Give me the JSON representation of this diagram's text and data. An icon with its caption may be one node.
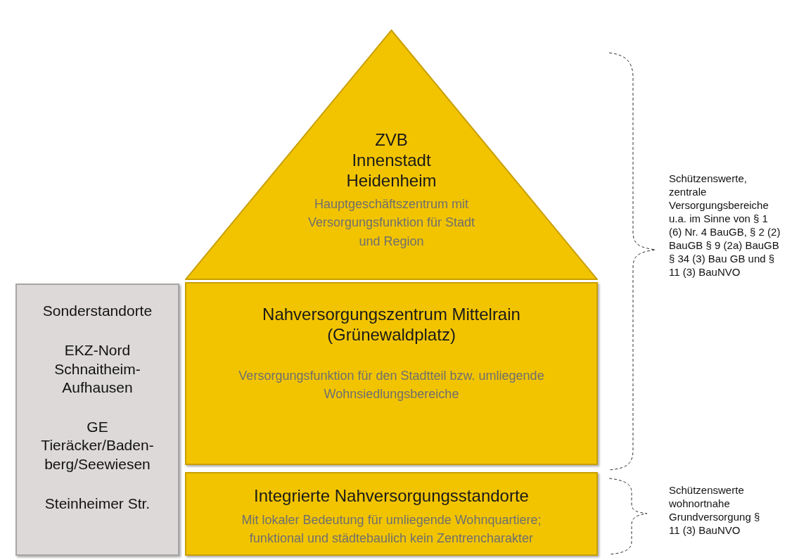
{
  "diagram": {
    "nodes": [
      {
        "text": [
          "ZVB Innenstadt Heidenheim",
          "Hauptgeschäftszentrum mit Versorgungsfunktion für Stadt und Region"
        ]
      },
      {
        "text": [
          "Nahversorgungszentrum Mittelrain (Grünewaldplatz)",
          "Versorgungsfunktion für den Stadtteil bzw. umliegende Wohnsiedlungsbereiche"
        ]
      },
      {
        "text": [
          "Integrierte Nahversorgungsstandorte",
          "Mit lokaler Bedeutung für umliegende Wohnquartiere; funktional und städtebaulich kein Zentrencharakter"
        ]
      },
      {
        "text": [
          "Sonderstandorte",
          "EKZ-Nord Schnaitheim-Aufhausen",
          "GE Tieräcker/Baden-berg/Seewiesen",
          "Steinheimer Str."
        ]
      }
    ],
    "edges": [],
    "labels": [
      "Schützenswerte, zentrale Versorgungsbereiche u.a. im Sinne von § 1 (6) Nr. 4 BauGB, § 2 (2) BauGB § 9 (2a) BauGB § 34 (3) Bau GB und § 11 (3) BauNVO",
      "Schützenswerte wohnortnahe Grundversorgung § 11 (3) BauNVO"
    ]
  }
}
